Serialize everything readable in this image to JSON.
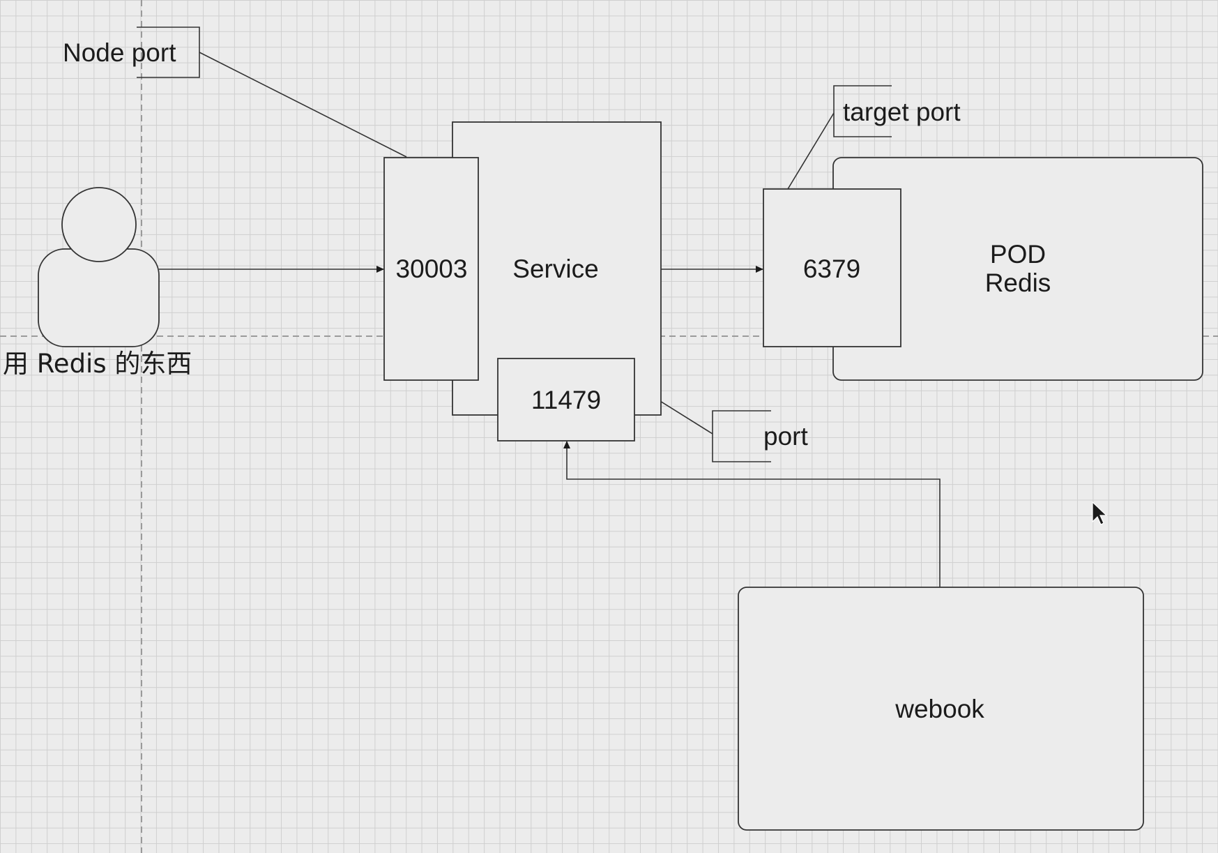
{
  "labels": {
    "node_port": "Node port",
    "target_port": "target port",
    "port": "port",
    "user_caption": "用 Redis 的东西"
  },
  "nodes": {
    "nodeport_box": "30003",
    "service": "Service",
    "clusterip_port_box": "11479",
    "targetport_box": "6379",
    "pod_line1": "POD",
    "pod_line2": "Redis",
    "webook": "webook"
  },
  "colors": {
    "canvas": "#ececec",
    "grid": "#cfcfcf",
    "stroke": "#333333",
    "shape_fill": "#ececec"
  },
  "icons": [
    "user-icon",
    "mouse-cursor-icon"
  ]
}
